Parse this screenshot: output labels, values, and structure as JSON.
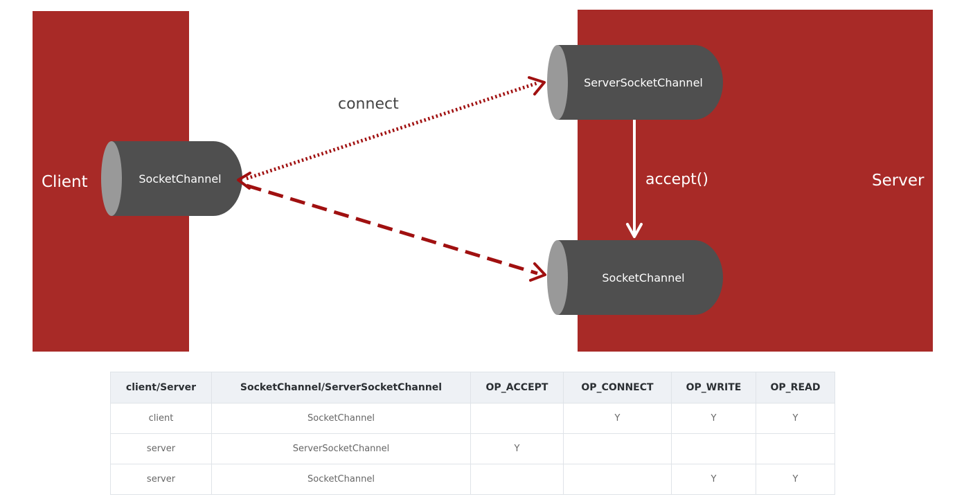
{
  "colors": {
    "panel": "#a82a27",
    "pipe_body": "#4f4f4f",
    "pipe_end": "#999999",
    "arrow_red": "#a01010",
    "arrow_white": "#ffffff"
  },
  "diagram": {
    "client_label": "Client",
    "server_label": "Server",
    "client_pipe_label": "SocketChannel",
    "server_pipe_label": "ServerSocketChannel",
    "accepted_pipe_label": "SocketChannel",
    "connect_label": "connect",
    "accept_label": "accept()"
  },
  "table": {
    "headers": [
      "client/Server",
      "SocketChannel/ServerSocketChannel",
      "OP_ACCEPT",
      "OP_CONNECT",
      "OP_WRITE",
      "OP_READ"
    ],
    "rows": [
      [
        "client",
        "SocketChannel",
        "",
        "Y",
        "Y",
        "Y"
      ],
      [
        "server",
        "ServerSocketChannel",
        "Y",
        "",
        "",
        ""
      ],
      [
        "server",
        "SocketChannel",
        "",
        "",
        "Y",
        "Y"
      ]
    ]
  }
}
